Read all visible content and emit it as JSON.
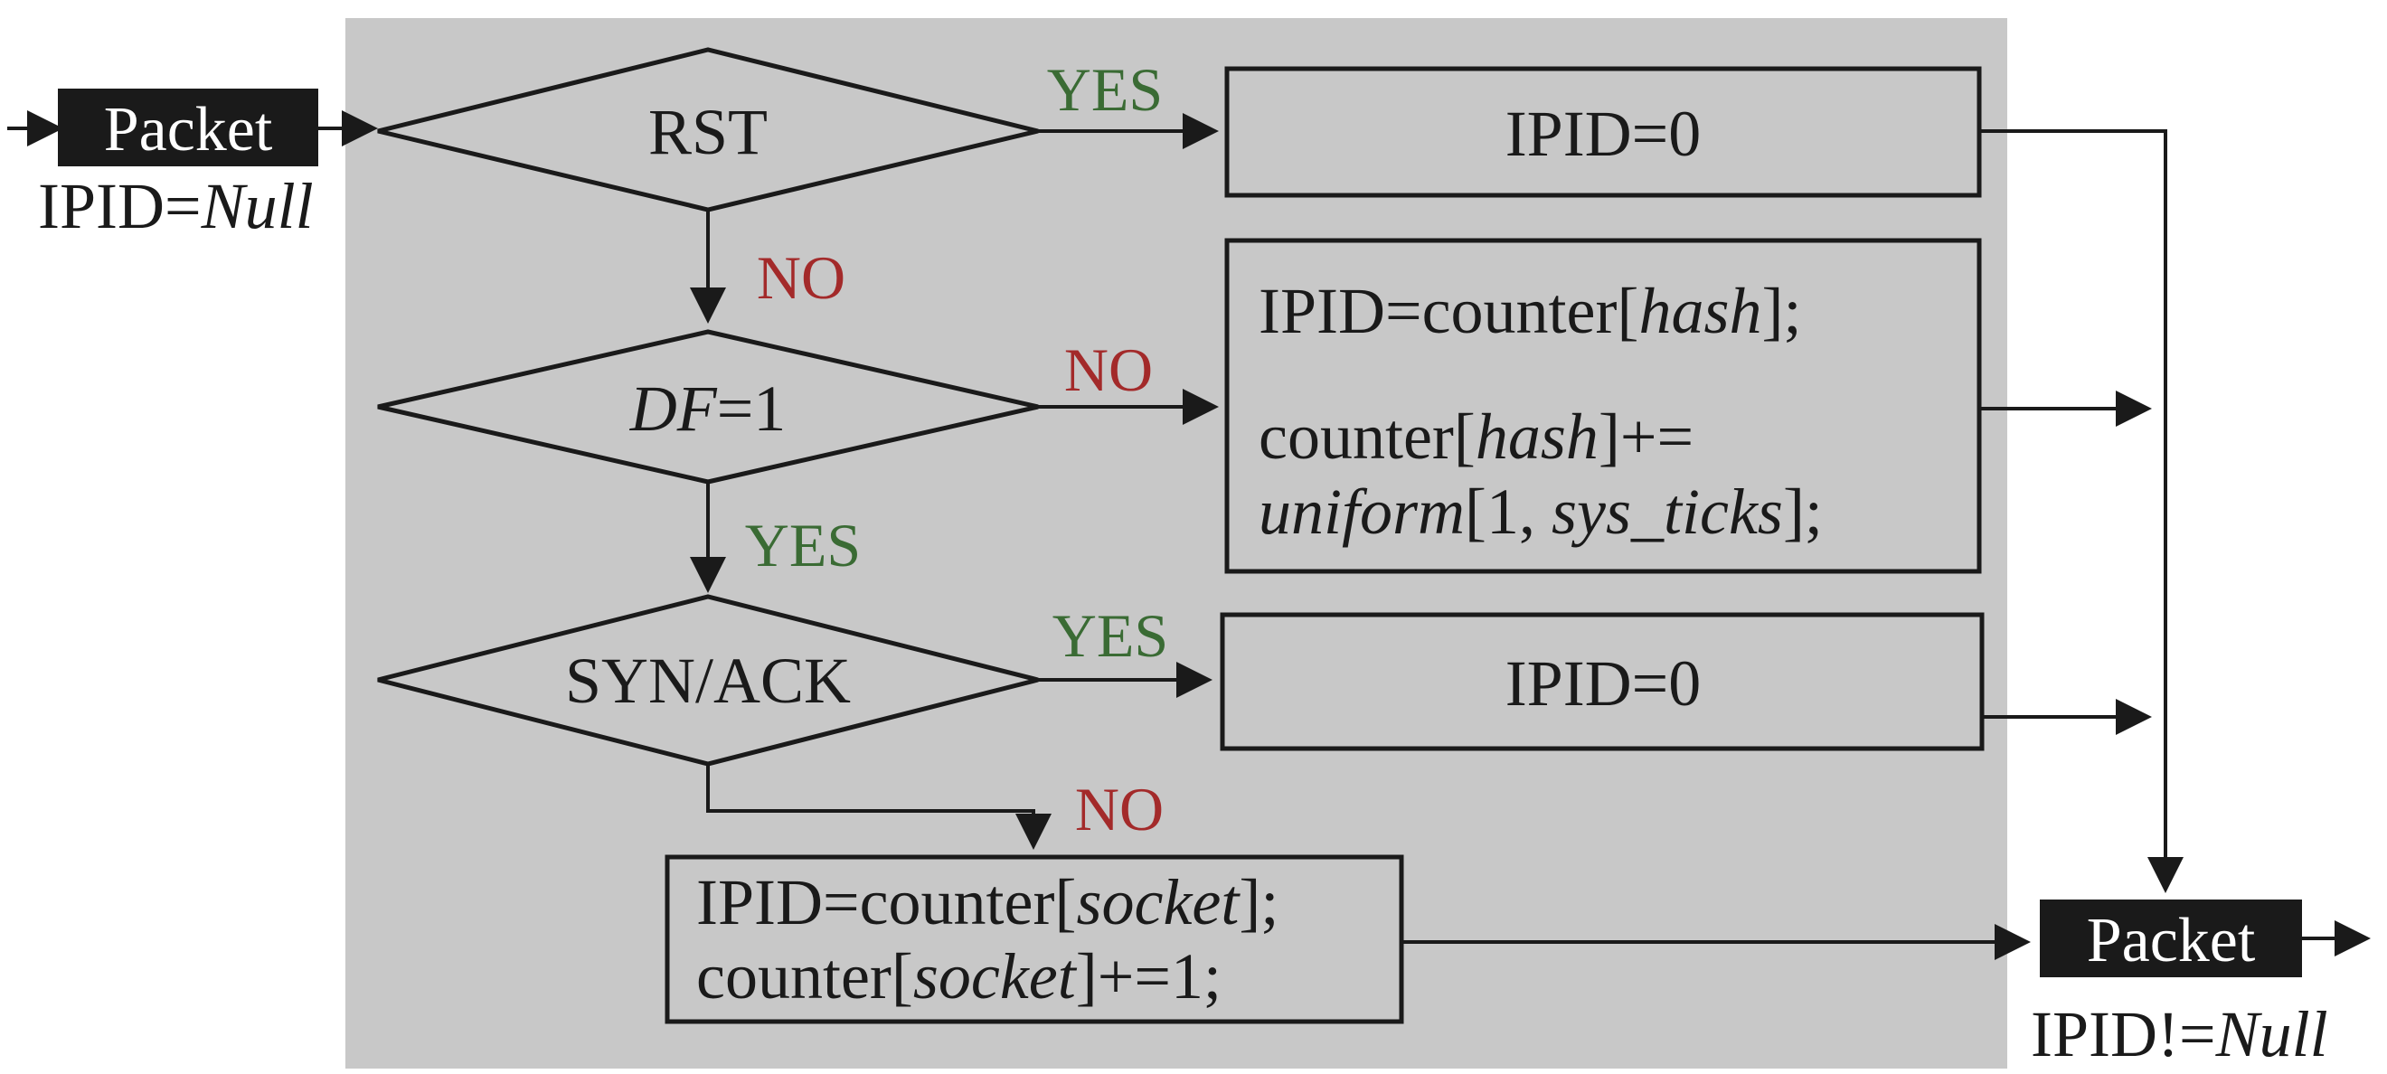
{
  "colors": {
    "background": "#ffffff",
    "panel": "#c8c8c8",
    "packet_box": "#1a1a1a",
    "yes": "#3a6b34",
    "no": "#a32a2a",
    "stroke": "#1a1a1a"
  },
  "input_packet": {
    "label": "Packet",
    "note_prefix": "IPID=",
    "note_value": "Null"
  },
  "output_packet": {
    "label": "Packet",
    "note_prefix": "IPID!=",
    "note_value": "Null"
  },
  "decisions": {
    "rst": {
      "label": "RST"
    },
    "df": {
      "label_italic": "DF",
      "label_rest": "=1"
    },
    "synack": {
      "label": "SYN/ACK"
    }
  },
  "branches": {
    "rst_yes": "YES",
    "rst_no": "NO",
    "df_no": "NO",
    "df_yes": "YES",
    "synack_yes": "YES",
    "synack_no": "NO"
  },
  "actions": {
    "rst_ipid": "IPID=0",
    "hash": {
      "line1_a": "IPID=counter[",
      "line1_b": "hash",
      "line1_c": "];",
      "line2_a": "counter[",
      "line2_b": "hash",
      "line2_c": "]+=",
      "line3_a": "uniform",
      "line3_b": "[1, ",
      "line3_c": "sys_ticks",
      "line3_d": "];"
    },
    "synack_ipid": "IPID=0",
    "socket": {
      "line1_a": "IPID=counter[",
      "line1_b": "socket",
      "line1_c": "];",
      "line2_a": "counter[",
      "line2_b": "socket",
      "line2_c": "]+=1;"
    }
  }
}
